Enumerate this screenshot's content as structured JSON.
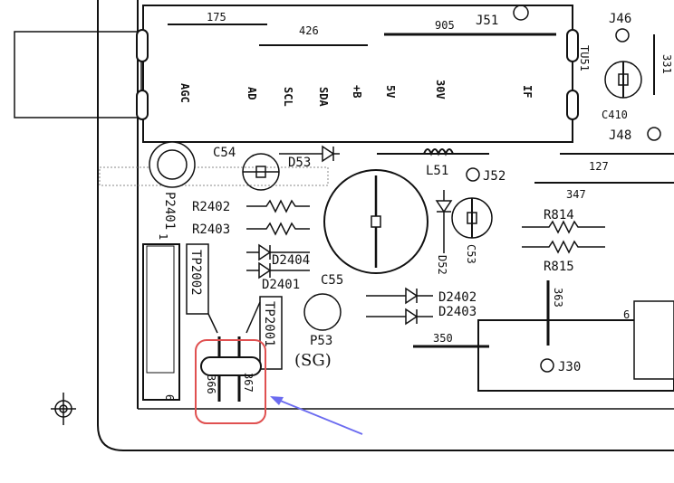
{
  "tuner": {
    "pads": [
      "AGC",
      "AD",
      "SCL",
      "SDA",
      "+B",
      "5V",
      "30V",
      "IF"
    ],
    "id": "TU51"
  },
  "jumpers": {
    "j175": "175",
    "j426": "426",
    "j905": "905",
    "j331": "331",
    "j127": "127",
    "j347": "347",
    "j363": "363",
    "j350": "350",
    "j366": "366",
    "j367": "367"
  },
  "refs": {
    "j51": "J51",
    "j46": "J46",
    "j48": "J48",
    "c410": "C410",
    "c54": "C54",
    "d53": "D53",
    "l51": "L51",
    "j52": "J52",
    "p2401": "P2401",
    "r2402": "R2402",
    "r2403": "R2403",
    "d52": "D52",
    "c53": "C53",
    "r814": "R814",
    "r815": "R815",
    "d2404": "D2404",
    "d2401": "D2401",
    "c55": "C55",
    "d2402": "D2402",
    "d2403": "D2403",
    "tp2002": "TP2002",
    "tp2001": "TP2001",
    "p53": "P53",
    "sg": "(SG)",
    "j30": "J30",
    "pin1": "1",
    "pin6a": "6",
    "pin6b": "6"
  },
  "highlight": {
    "color": "#e05050",
    "arrow_color": "#6b6bf0"
  }
}
